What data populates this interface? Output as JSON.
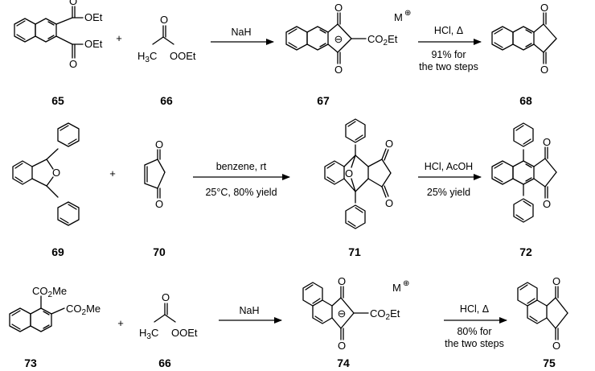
{
  "reagents": {
    "plus": "+",
    "ester_label": "OEt",
    "methyl_label": "H3C",
    "methyl_sub": "3",
    "co2et": "CO2Et",
    "co2me": "CO2Me",
    "bridge_o": "O",
    "oxygen": "O",
    "metal": "M",
    "metal_charge": "⊕",
    "minus": "⊖"
  },
  "steps": [
    {
      "above": "NaH",
      "below": ""
    },
    {
      "above": "HCl, Δ",
      "below": "91% for",
      "below2": "the two steps"
    },
    {
      "above": "benzene, rt",
      "below": "25°C, 80% yield"
    },
    {
      "above": "HCl, AcOH",
      "below": "25% yield"
    },
    {
      "above": "NaH",
      "below": ""
    },
    {
      "above": "HCl, Δ",
      "below": "80% for",
      "below2": "the two steps"
    }
  ],
  "compounds": [
    "65",
    "66",
    "67",
    "68",
    "69",
    "70",
    "71",
    "72",
    "73",
    "66",
    "74",
    "75"
  ]
}
